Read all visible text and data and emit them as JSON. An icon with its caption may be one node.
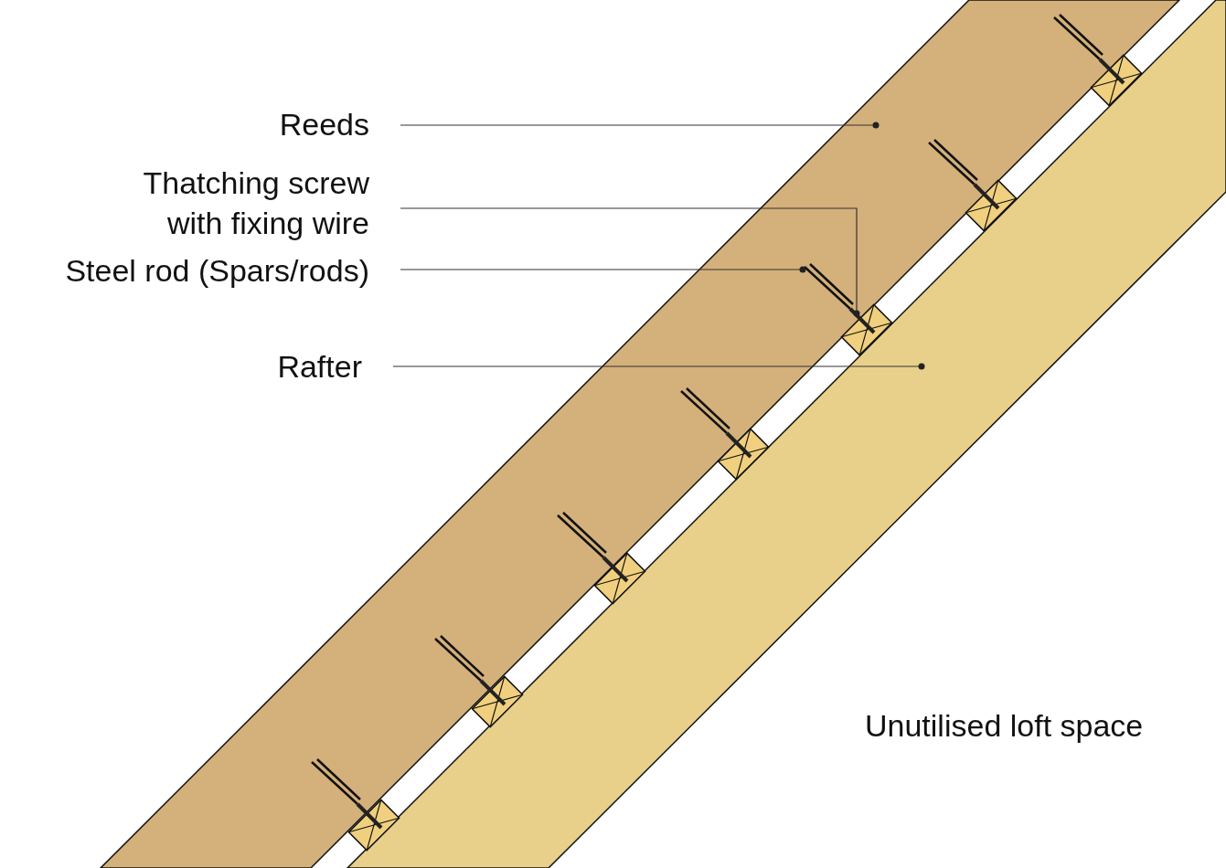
{
  "diagram": {
    "nodes": [
      {
        "text": [
          "Reeds"
        ]
      },
      {
        "text": [
          "Thatching screw with fixing wire"
        ]
      },
      {
        "text": [
          "Steel rod (Spars/rods)"
        ]
      },
      {
        "text": [
          "Rafter"
        ]
      },
      {
        "text": [],
        "shape": "bar"
      },
      {
        "text": [],
        "shape": "picture"
      },
      {
        "text": [],
        "shape": "picture",
        "in": 4
      },
      {
        "text": [],
        "shape": "bar"
      }
    ],
    "edges": [
      {
        "from": 0,
        "to": 4,
        "arrow": "other"
      },
      {
        "from": 1,
        "to": 5,
        "arrow": "other"
      },
      {
        "from": 2,
        "to": 6,
        "arrow": "other"
      },
      {
        "from": 3,
        "to": 7,
        "arrow": "other"
      }
    ],
    "labels": [
      "Unutilised loft space"
    ]
  }
}
